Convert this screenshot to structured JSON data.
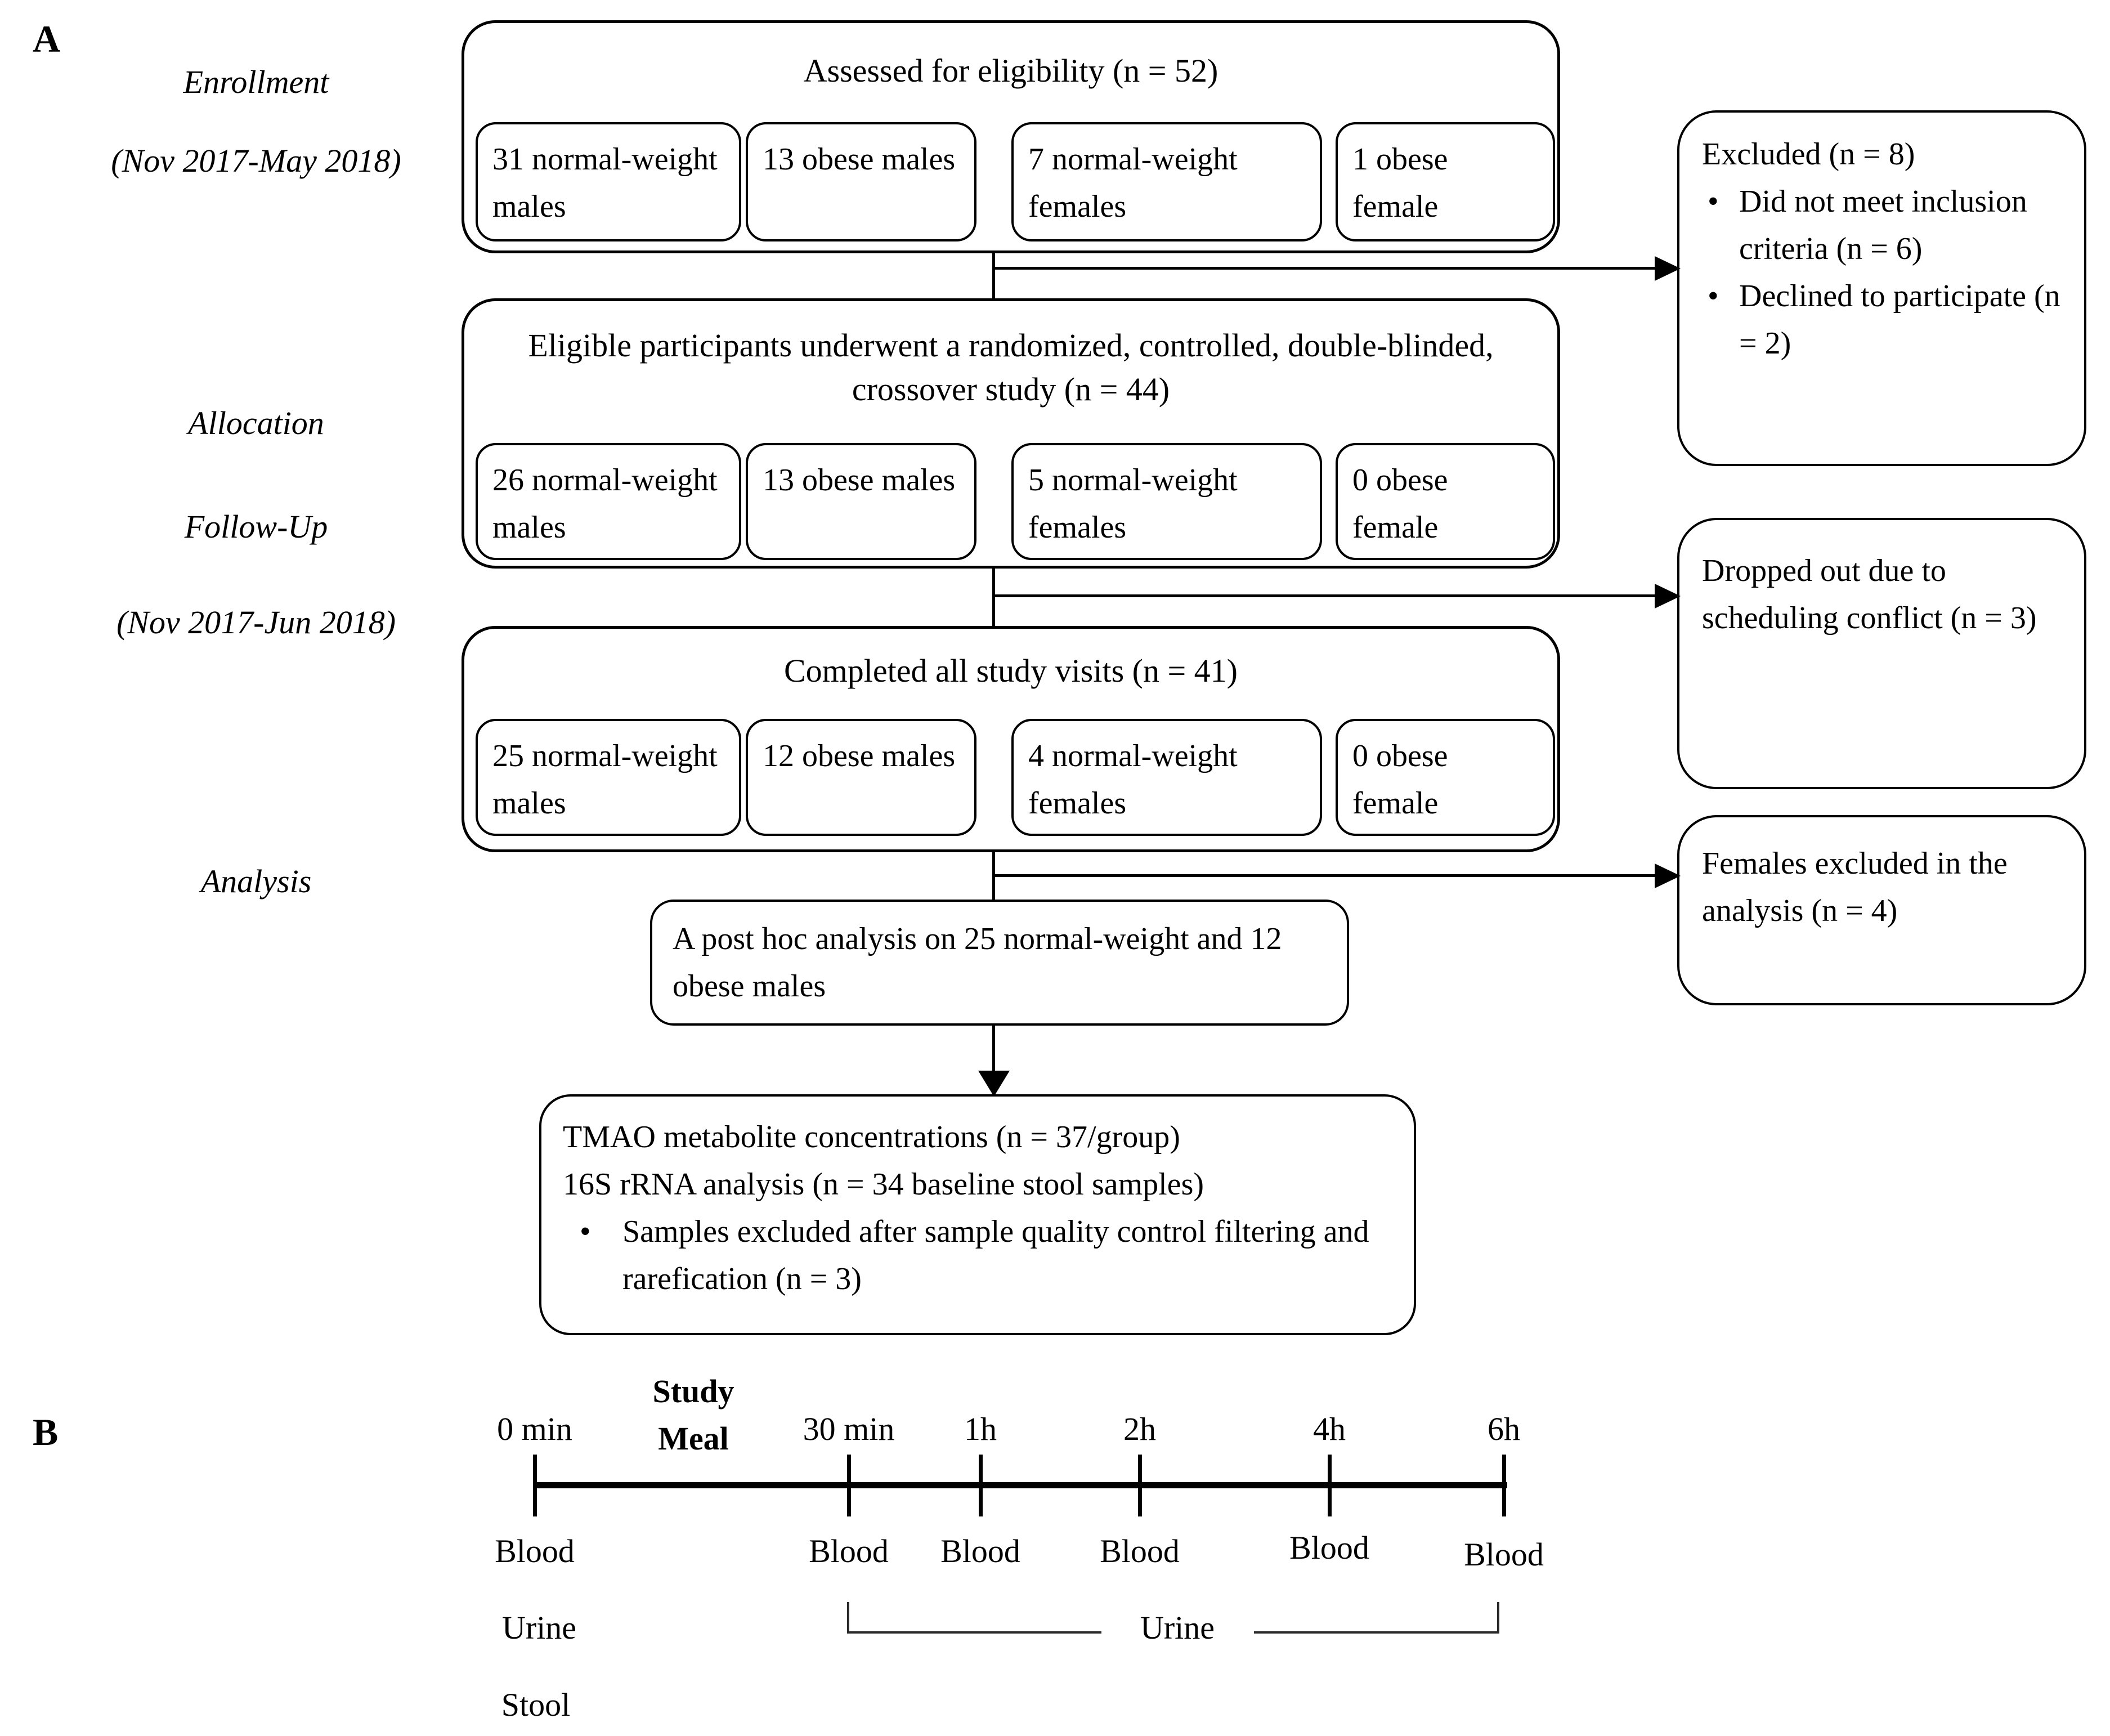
{
  "figure": {
    "bullet_char": "•",
    "panel_a": {
      "label": "A",
      "stages": {
        "enrollment": "Enrollment",
        "enrollment_dates": "(Nov 2017-May 2018)",
        "allocation": "Allocation",
        "followup": "Follow-Up",
        "followup_dates": "(Nov 2017-Jun 2018)",
        "analysis": "Analysis"
      },
      "flow": [
        {
          "title": "Assessed for eligibility (n = 52)",
          "subgroups": [
            "31 normal-weight males",
            "13 obese males",
            "7 normal-weight females",
            "1 obese female"
          ]
        },
        {
          "title": "Eligible participants underwent a randomized, controlled, double-blinded, crossover study (n = 44)",
          "subgroups": [
            "26 normal-weight males",
            "13 obese males",
            "5 normal-weight females",
            "0 obese female"
          ]
        },
        {
          "title": "Completed all study visits (n = 41)",
          "subgroups": [
            "25 normal-weight males",
            "12 obese males",
            "4 normal-weight females",
            "0 obese female"
          ]
        }
      ],
      "side_boxes": {
        "excluded": {
          "title": "Excluded (n = 8)",
          "bullets": [
            "Did not meet inclusion criteria (n = 6)",
            "Declined to participate (n = 2)"
          ]
        },
        "dropped": "Dropped out due to scheduling conflict (n = 3)",
        "females": "Females excluded in the analysis (n = 4)"
      },
      "posthoc_box": "A post hoc analysis on 25 normal-weight and 12 obese males",
      "outcome_box": {
        "line1": "TMAO metabolite concentrations (n = 37/group)",
        "line2": "16S rRNA analysis (n = 34 baseline stool samples)",
        "bullet": "Samples excluded after sample quality control filtering and rarefication (n = 3)"
      }
    },
    "panel_b": {
      "label": "B",
      "meal_line1": "Study",
      "meal_line2": "Meal",
      "timepoints": [
        "0 min",
        "30 min",
        "1h",
        "2h",
        "4h",
        "6h"
      ],
      "blood_labels": [
        "Blood",
        "Blood",
        "Blood",
        "Blood",
        "Blood",
        "Blood"
      ],
      "urine_left": "Urine",
      "urine_mid": "Urine",
      "stool": "Stool"
    }
  }
}
